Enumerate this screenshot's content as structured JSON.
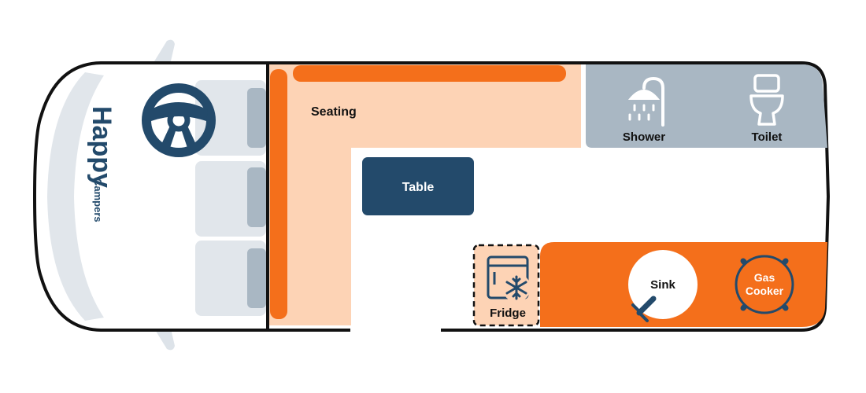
{
  "brand": {
    "name": "Happy",
    "sub": "Campers"
  },
  "labels": {
    "seating": "Seating",
    "table": "Table",
    "shower": "Shower",
    "toilet": "Toilet",
    "fridge": "Fridge",
    "sink": "Sink",
    "gas_line1": "Gas",
    "gas_line2": "Cooker"
  },
  "icons": {
    "steering": "steering-wheel-icon",
    "shower": "shower-icon",
    "toilet": "toilet-icon",
    "fridge": "fridge-icon",
    "tap": "tap-icon"
  },
  "colors": {
    "navy": "#234a6b",
    "orange": "#f46f1b",
    "peach": "#fdd3b5",
    "grey": "#a9b7c3",
    "lightgrey": "#e1e6eb",
    "outline": "#111111"
  }
}
